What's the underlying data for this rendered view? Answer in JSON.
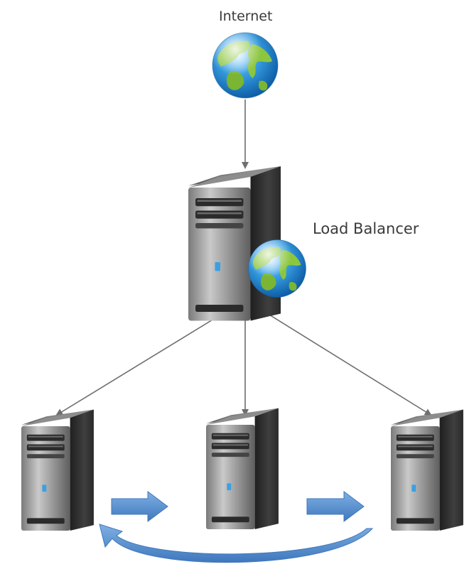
{
  "labels": {
    "internet": "Internet",
    "load_balancer": "Load Balancer"
  },
  "nodes": [
    {
      "id": "internet-globe",
      "icon": "globe-icon"
    },
    {
      "id": "load-balancer-server",
      "icon": "server-icon"
    },
    {
      "id": "load-balancer-globe",
      "icon": "globe-icon"
    },
    {
      "id": "server-1",
      "icon": "server-icon"
    },
    {
      "id": "server-2",
      "icon": "server-icon"
    },
    {
      "id": "server-3",
      "icon": "server-icon"
    }
  ],
  "colors": {
    "connector": "#6e6e6e",
    "flow_arrow": "#5b8fc9",
    "server_dark": "#3b3b3b",
    "globe_ocean": "#2a8fd6",
    "globe_land": "#8cc63f"
  }
}
